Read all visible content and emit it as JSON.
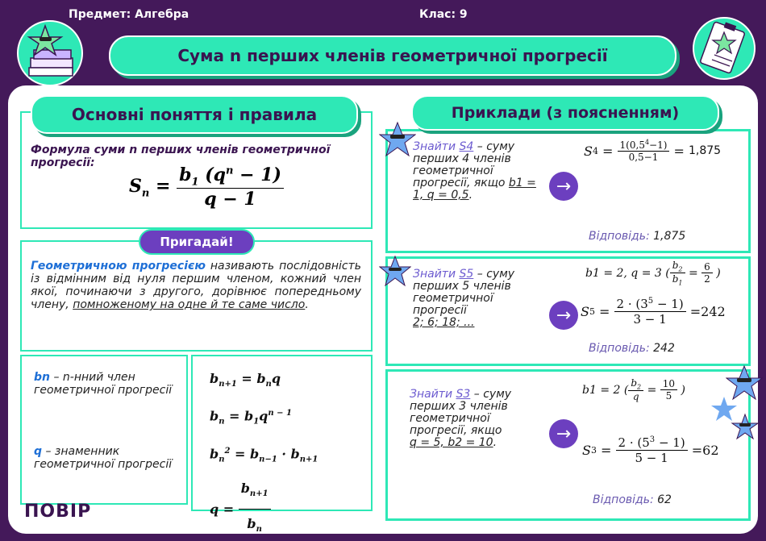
{
  "header": {
    "subject": "Предмет: Алгебра",
    "class": "Клас: 9",
    "title": "Сума n перших членів геометричної прогресії"
  },
  "left": {
    "section_title": "Основні поняття і правила",
    "formula_caption": "Формула суми n перших членів геометричної прогресії:",
    "remember_label": "Пригадай!",
    "definition_lead": "Геометричною прогресією",
    "definition_rest": "називають послідовність із відмінним від нуля першим членом, кожний член якої, починаючи з другого, дорівнює попередньому члену,",
    "definition_underlined": "помноженому на одне й те саме число",
    "definition_end": ".",
    "bn_symbol": "bn",
    "bn_text": "– n-нний член геометричної прогресії",
    "q_symbol": "q",
    "q_text": "– знаменник геометричної прогресії",
    "logo_text": "ПОВІР"
  },
  "right": {
    "section_title": "Приклади (з поясненням)",
    "examples": [
      {
        "find": "Знайти",
        "target": "S4",
        "desc": "– суму перших 4 членів геометричної прогресії, якщо",
        "cond": "b1 = 1, q = 0,5",
        "result": "1,875",
        "answer_label": "Відповідь:",
        "answer_value": "1,875"
      },
      {
        "find": "Знайти",
        "target": "S5",
        "desc": "– суму перших 5 членів геометричної прогресії",
        "cond": "2; 6; 18; ...",
        "given": "b1 = 2, q = 3",
        "result": "242",
        "answer_label": "Відповідь:",
        "answer_value": "242"
      },
      {
        "find": "Знайти",
        "target": "S3",
        "desc": "– суму перших 3 членів геометричної прогресії, якщо",
        "cond": "q = 5, b2 = 10",
        "given": "b1 = 2",
        "result": "62",
        "answer_label": "Відповідь:",
        "answer_value": "62"
      }
    ]
  },
  "colors": {
    "background": "#44195a",
    "accent": "#2ee8b6",
    "arrow": "#6c3fbf"
  }
}
